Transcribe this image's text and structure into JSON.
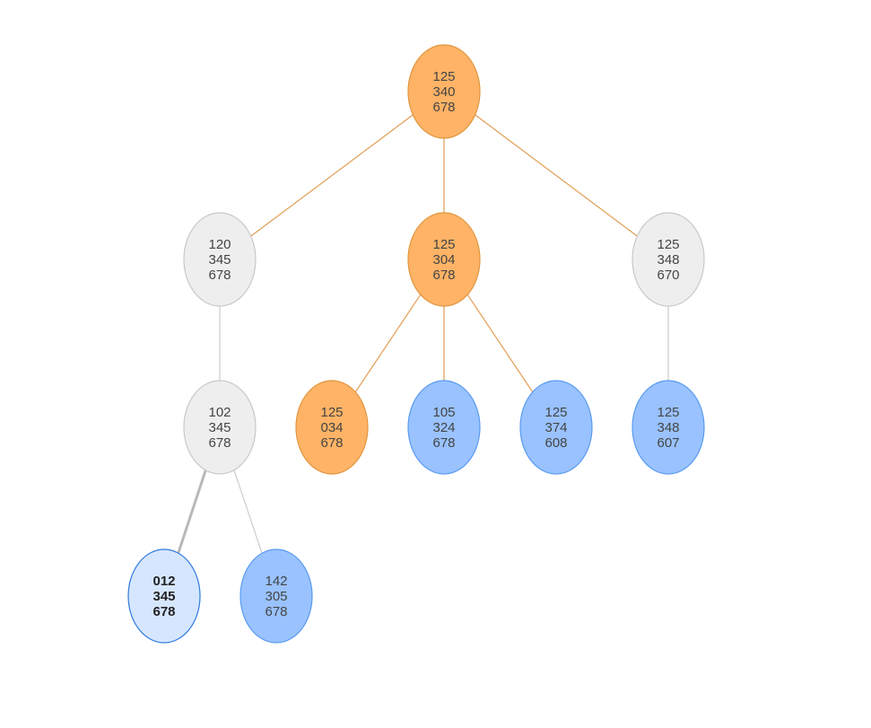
{
  "palette": {
    "orange_fill": "#FFB366",
    "orange_stroke": "#E0963F",
    "orange_edge": "#E3A661",
    "gray_fill": "#EEEEEE",
    "gray_stroke": "#C8C8C8",
    "gray_edge": "#CFCFCF",
    "blue_fill": "#99C2FF",
    "blue_stroke": "#5A9BF0",
    "selected_fill": "#D6E6FF",
    "selected_stroke": "#2F7BE0"
  },
  "nodes": [
    {
      "id": "n125340678",
      "lines": [
        "125",
        "340",
        "678"
      ],
      "style": "orange"
    },
    {
      "id": "n120345678",
      "lines": [
        "120",
        "345",
        "678"
      ],
      "style": "gray"
    },
    {
      "id": "n125304678",
      "lines": [
        "125",
        "304",
        "678"
      ],
      "style": "orange"
    },
    {
      "id": "n125348670",
      "lines": [
        "125",
        "348",
        "670"
      ],
      "style": "gray"
    },
    {
      "id": "n102345678",
      "lines": [
        "102",
        "345",
        "678"
      ],
      "style": "gray"
    },
    {
      "id": "n125034678",
      "lines": [
        "125",
        "034",
        "678"
      ],
      "style": "orange"
    },
    {
      "id": "n105324678",
      "lines": [
        "105",
        "324",
        "678"
      ],
      "style": "blue"
    },
    {
      "id": "n125374608",
      "lines": [
        "125",
        "374",
        "608"
      ],
      "style": "blue"
    },
    {
      "id": "n125348607",
      "lines": [
        "125",
        "348",
        "607"
      ],
      "style": "blue"
    },
    {
      "id": "n012345678",
      "lines": [
        "012",
        "345",
        "678"
      ],
      "style": "selected"
    },
    {
      "id": "n142305678",
      "lines": [
        "142",
        "305",
        "678"
      ],
      "style": "blue"
    }
  ],
  "edges": [
    {
      "from": "n125340678",
      "to": "n120345678",
      "style": "orange"
    },
    {
      "from": "n125340678",
      "to": "n125304678",
      "style": "orange"
    },
    {
      "from": "n125340678",
      "to": "n125348670",
      "style": "orange"
    },
    {
      "from": "n120345678",
      "to": "n102345678",
      "style": "gray"
    },
    {
      "from": "n125304678",
      "to": "n125034678",
      "style": "orange"
    },
    {
      "from": "n125304678",
      "to": "n105324678",
      "style": "orange"
    },
    {
      "from": "n125304678",
      "to": "n125374608",
      "style": "orange"
    },
    {
      "from": "n125348670",
      "to": "n125348607",
      "style": "gray"
    },
    {
      "from": "n102345678",
      "to": "n012345678",
      "style": "gray-bold"
    },
    {
      "from": "n102345678",
      "to": "n142305678",
      "style": "gray"
    }
  ]
}
